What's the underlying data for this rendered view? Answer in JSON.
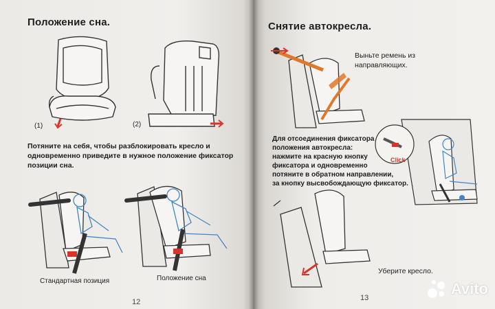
{
  "left_page": {
    "title": "Положение сна.",
    "step_labels": [
      "(1)",
      "(2)"
    ],
    "instruction_lines": [
      "Потяните на себя, чтобы разблокировать кресло и",
      "одновременно приведите в нужное положение фиксатор",
      "позиции сна."
    ],
    "caption_standard": "Стандартная позиция",
    "caption_sleep": "Положение сна",
    "page_number": "12"
  },
  "right_page": {
    "title": "Снятие автокресла.",
    "remove_belt_lines": [
      "Выньте ремень из",
      "направляющих."
    ],
    "unlock_lines": [
      "Для отсоединения фиксатора",
      "положения автокресла:",
      "нажмите на красную кнопку",
      "фиксатора и одновременно",
      "потяните в обратном направлении,",
      "за кнопку высвобождающую фиксатор."
    ],
    "click_label": "Click",
    "remove_seat_text": "Уберите кресло.",
    "page_number": "13"
  },
  "watermark": {
    "text": "Avito"
  },
  "colors": {
    "paper": "#f0eeeb",
    "ink": "#1e1e1e",
    "accent_red": "#d9332b",
    "accent_orange": "#e0782c",
    "child_blue": "#3f86c6"
  }
}
